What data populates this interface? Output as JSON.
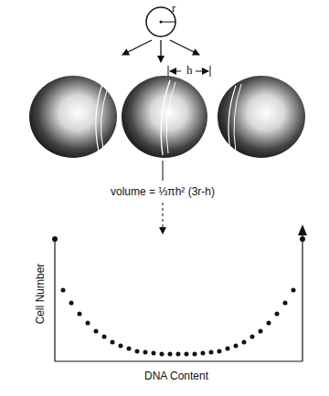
{
  "diagram": {
    "labels": [
      "r",
      "h",
      "volume = ⅓πh² (3r-h)",
      "Cell Number",
      "DNA Content"
    ]
  }
}
